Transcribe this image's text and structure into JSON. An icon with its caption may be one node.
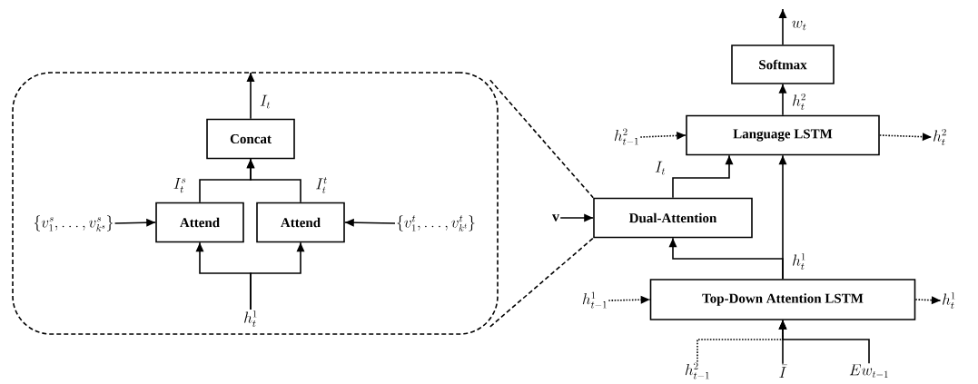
{
  "diagram": {
    "nodes": [
      {
        "text": [],
        "shape": "box"
      },
      {
        "text": [
          "Concat"
        ],
        "in": 0
      },
      {
        "text": [
          "Attend"
        ],
        "in": 0
      },
      {
        "text": [
          "Attend"
        ],
        "in": 0
      },
      {
        "text": [
          "\\{v^s_1,\\ldots,v^s_{k^s}\\}"
        ],
        "in": 0
      },
      {
        "text": [
          "\\{v^t_1,\\ldots,v^t_{k^t}\\}"
        ],
        "in": 0
      },
      {
        "text": [
          "h^1_t"
        ],
        "in": 0
      },
      {
        "text": [
          "Softmax"
        ]
      },
      {
        "text": [
          "Language LSTM"
        ]
      },
      {
        "text": [
          "Dual-Attention"
        ]
      },
      {
        "text": [
          "Top-Down Attention LSTM"
        ]
      },
      {
        "text": [
          "h^2_{t-1}"
        ]
      },
      {
        "text": [
          "h^2_t"
        ]
      },
      {
        "text": [
          "\\mathbf{v}"
        ]
      },
      {
        "text": [
          "h^1_{t-1}"
        ]
      },
      {
        "text": [
          "h^1_t"
        ]
      },
      {
        "text": [
          "h^2_{t-1}"
        ]
      },
      {
        "text": [
          "\\bar{I}"
        ]
      },
      {
        "text": [
          "Ew_{t-1}"
        ]
      }
    ],
    "edges": [
      {
        "from": 1,
        "to": null,
        "arrow": "to",
        "label": "I_t"
      },
      {
        "from": 2,
        "to": 1,
        "arrow": "to",
        "label": "I^s_t"
      },
      {
        "from": 3,
        "to": 1,
        "arrow": "to",
        "label": "I^t_t"
      },
      {
        "from": 4,
        "to": 2,
        "arrow": "to"
      },
      {
        "from": 5,
        "to": 3,
        "arrow": "to"
      },
      {
        "from": 6,
        "to": 2,
        "arrow": "to"
      },
      {
        "from": 6,
        "to": 3,
        "arrow": "to"
      },
      {
        "from": 0,
        "to": 9,
        "arrow": "none",
        "style": "dashed"
      },
      {
        "from": 0,
        "to": 9,
        "arrow": "none",
        "style": "dashed"
      },
      {
        "from": 7,
        "to": null,
        "arrow": "to",
        "label": "w_t"
      },
      {
        "from": 8,
        "to": 7,
        "arrow": "to",
        "label": "h^2_t"
      },
      {
        "from": 11,
        "to": 8,
        "arrow": "to",
        "style": "dashed"
      },
      {
        "from": 8,
        "to": 12,
        "arrow": "to",
        "style": "dashed"
      },
      {
        "from": 9,
        "to": 8,
        "arrow": "to",
        "label": "I_t"
      },
      {
        "from": 13,
        "to": 9,
        "arrow": "to"
      },
      {
        "from": 10,
        "to": 8,
        "arrow": "to",
        "label": "h^1_t"
      },
      {
        "from": 10,
        "to": 9,
        "arrow": "to"
      },
      {
        "from": 14,
        "to": 10,
        "arrow": "to",
        "style": "dashed"
      },
      {
        "from": 10,
        "to": 15,
        "arrow": "to",
        "style": "dashed"
      },
      {
        "from": 16,
        "to": 10,
        "arrow": "to",
        "style": "dashed"
      },
      {
        "from": 17,
        "to": 10,
        "arrow": "to"
      },
      {
        "from": 18,
        "to": 10,
        "arrow": "to"
      }
    ]
  }
}
